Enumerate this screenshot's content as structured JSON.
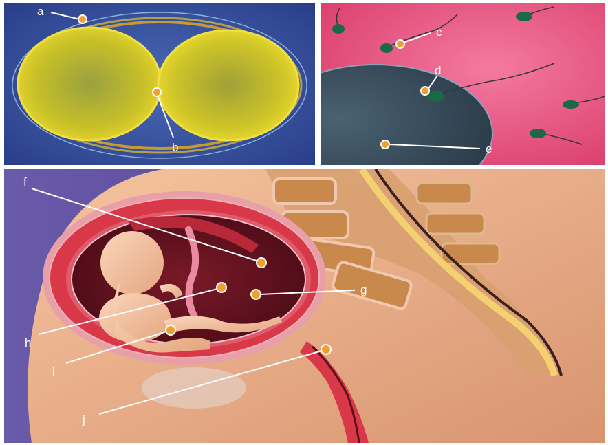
{
  "labels": {
    "a": "a",
    "b": "b",
    "c": "c",
    "d": "d",
    "e": "e",
    "f": "f",
    "g": "g",
    "h": "h",
    "i": "i",
    "j": "j"
  },
  "colors": {
    "marker": "#f0a030",
    "leader": "#ffffff",
    "cell_background": "#3a5aa8",
    "cell_yolk": "#d8c020",
    "sperm_background": "#e8507a",
    "ovum": "#3a5060",
    "fetus_background": "#5a4a9a",
    "uterus_wall": "#d83848",
    "amniotic_fluid": "#6a1420",
    "skin": "#e8b080"
  }
}
